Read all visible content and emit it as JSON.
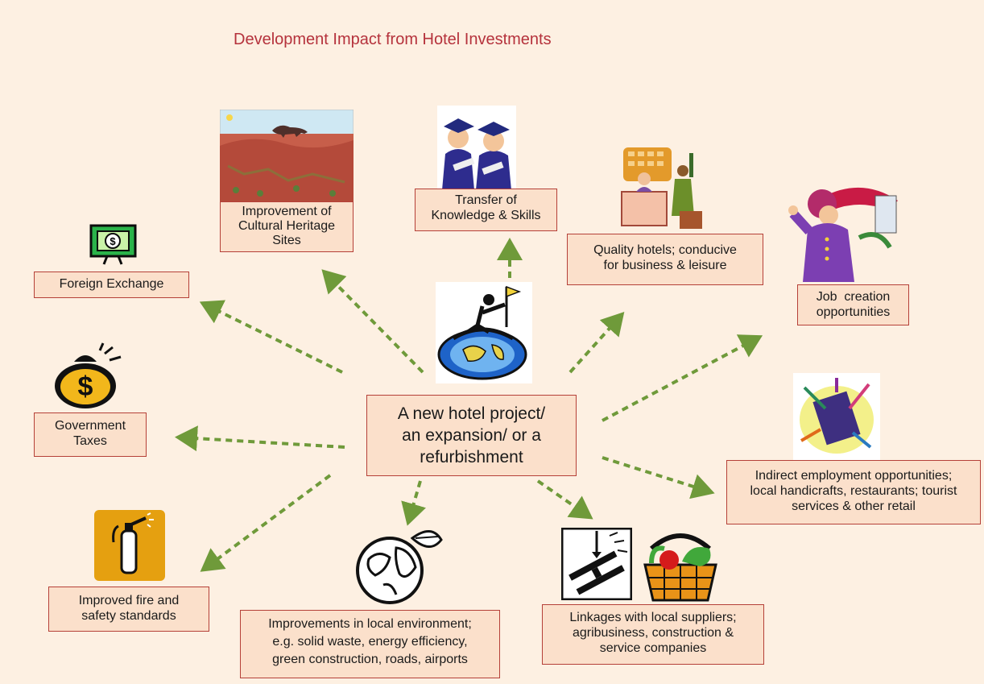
{
  "title": "Development Impact from Hotel Investments",
  "center": [
    "A new hotel project/",
    "an expansion/ or a",
    "refurbishment"
  ],
  "nodes": {
    "foreign_exchange": [
      "Foreign Exchange"
    ],
    "government_taxes": [
      "Government",
      "Taxes"
    ],
    "fire_safety": [
      "Improved fire and",
      "safety standards"
    ],
    "cultural_heritage": [
      "Improvement of",
      "Cultural Heritage",
      "Sites"
    ],
    "knowledge": [
      "Transfer of",
      "Knowledge & Skills"
    ],
    "quality_hotels": [
      "Quality hotels; conducive",
      "for business & leisure"
    ],
    "job_creation": [
      "Job  creation",
      "opportunities"
    ],
    "indirect_employment": [
      "Indirect employment opportunities;",
      "local handicrafts, restaurants; tourist",
      "services & other retail"
    ],
    "linkages": [
      "Linkages with local suppliers;",
      "agribusiness, construction &",
      "service companies"
    ],
    "environment": [
      "Improvements in local environment;",
      "e.g. solid waste, energy efficiency,",
      "green construction, roads, airports"
    ]
  },
  "colors": {
    "arrow": "#6f9a3a",
    "box_border": "#b54038",
    "box_fill": "#fbe0cb",
    "background": "#fdf0e2",
    "title": "#b5323c"
  },
  "icons": [
    "money-icon",
    "money-bag-icon",
    "fire-extinguisher-icon",
    "heritage-landscape-icon",
    "graduates-icon",
    "hotel-reception-icon",
    "doorman-icon",
    "book-utensils-icon",
    "construction-beam-icon",
    "vegetable-basket-icon",
    "globe-leaf-icon",
    "globe-climber-icon"
  ]
}
